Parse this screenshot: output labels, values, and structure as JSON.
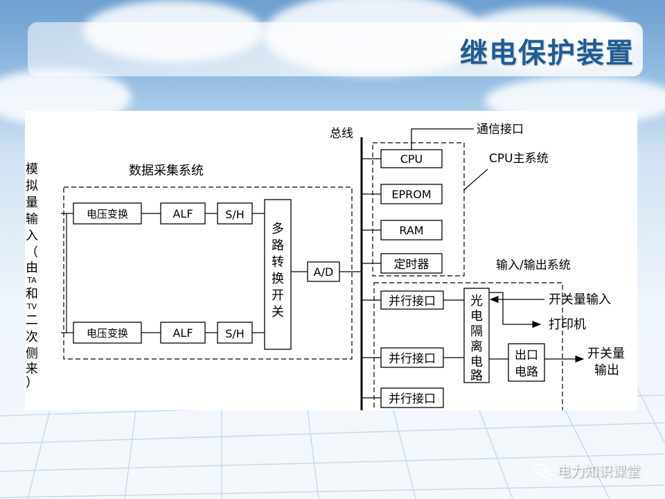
{
  "slide": {
    "title": "继电保护装置",
    "watermark": "电力知识课堂",
    "accent_color": "#1d5c96"
  },
  "diagram": {
    "left_label_chars": [
      "模",
      "拟",
      "量",
      "输",
      "入",
      "（",
      "由",
      "TA",
      "和",
      "TV",
      "二",
      "次",
      "侧",
      "来",
      "）"
    ],
    "data_acq_label": "数据采集系统",
    "bus_label": "总线",
    "cpu_system_label": "CPU主系统",
    "io_system_label": "输入/输出系统",
    "comm_label": "通信接口",
    "voltage_convert": "电压变换",
    "alf": "ALF",
    "sh": "S/H",
    "mux_chars": [
      "多",
      "路",
      "转",
      "换",
      "开",
      "关"
    ],
    "ad": "A/D",
    "cpu": "CPU",
    "eprom": "EPROM",
    "ram": "RAM",
    "timer": "定时器",
    "parallel_port": "并行接口",
    "isolation_chars": [
      "光",
      "电",
      "隔",
      "离",
      "电",
      "路"
    ],
    "output_circuit_lines": [
      "出口",
      "电路"
    ],
    "switch_input": "开关量输入",
    "printer": "打印机",
    "switch_output_lines": [
      "开关量",
      "输出"
    ]
  }
}
